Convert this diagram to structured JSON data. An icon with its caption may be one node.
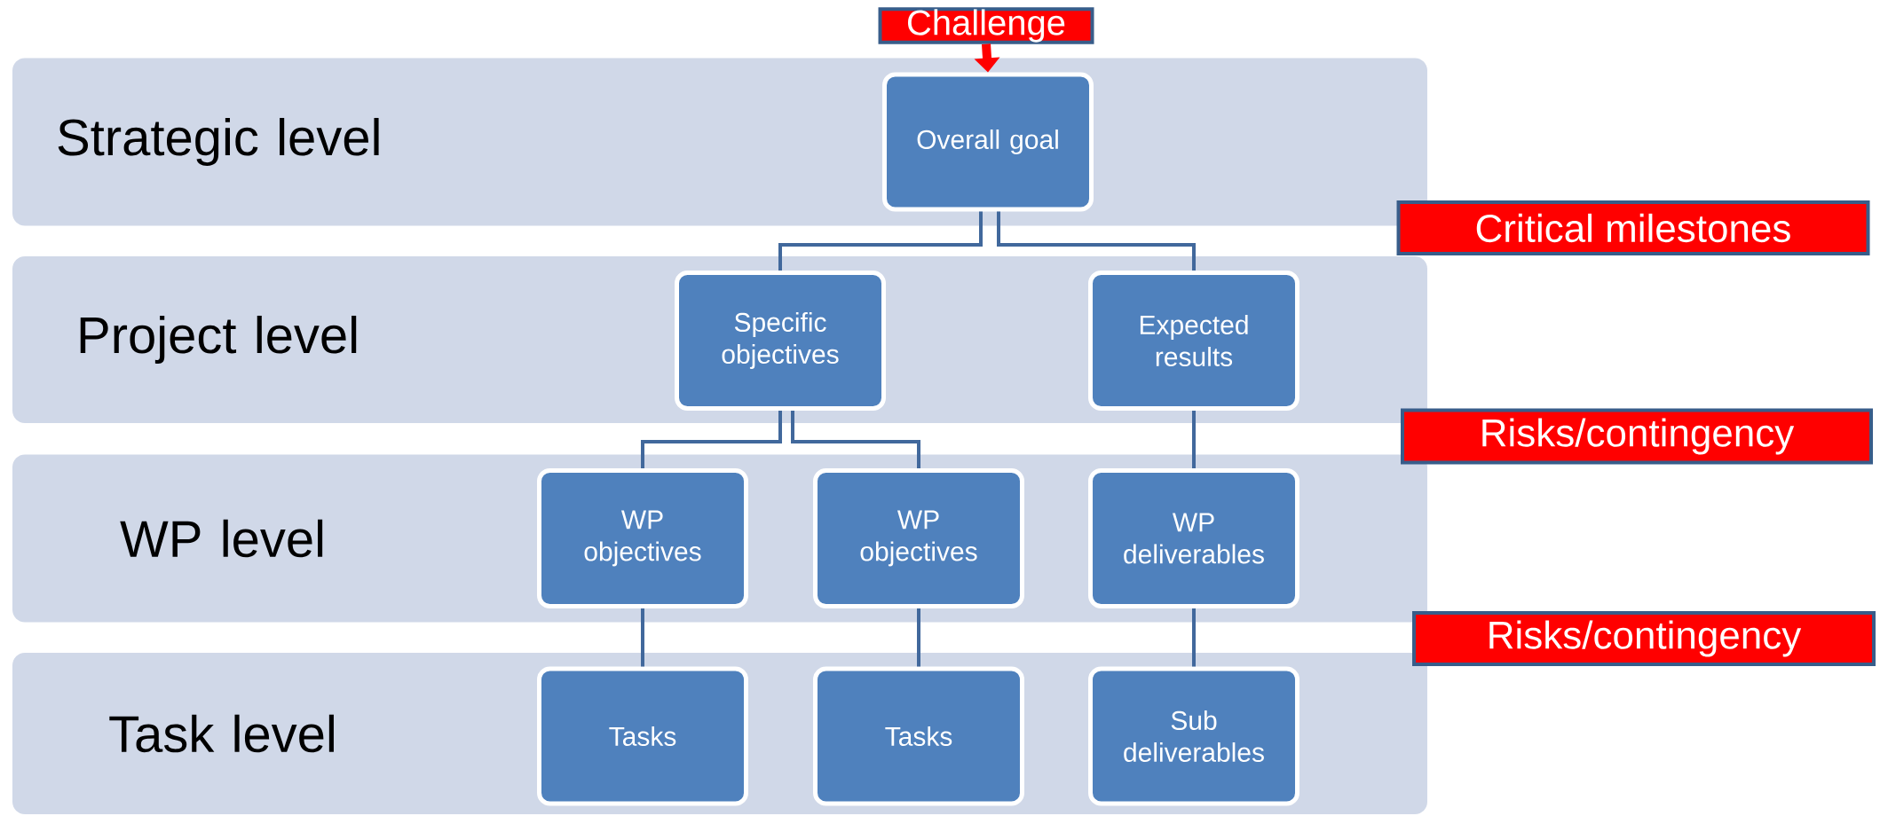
{
  "diagram": {
    "nodes": [
      {
        "text": [
          "Challenge"
        ]
      },
      {
        "text": [
          "Strategic level"
        ]
      },
      {
        "text": [
          "Overall goal"
        ],
        "in": 1
      },
      {
        "text": [
          "Project level"
        ]
      },
      {
        "text": [
          "Specific objectives"
        ],
        "in": 3
      },
      {
        "text": [
          "Expected results"
        ],
        "in": 3
      },
      {
        "text": [
          "WP level"
        ]
      },
      {
        "text": [
          "WP objectives"
        ],
        "in": 6
      },
      {
        "text": [
          "WP objectives"
        ],
        "in": 6
      },
      {
        "text": [
          "WP deliverables"
        ],
        "in": 6
      },
      {
        "text": [
          "Task level"
        ]
      },
      {
        "text": [
          "Tasks"
        ],
        "in": 10
      },
      {
        "text": [
          "Tasks"
        ],
        "in": 10
      },
      {
        "text": [
          "Sub deliverables"
        ],
        "in": 10
      },
      {
        "text": [
          "Critical milestones"
        ]
      },
      {
        "text": [
          "Risks/contingency"
        ]
      },
      {
        "text": [
          "Risks/contingency"
        ]
      }
    ],
    "edges": [
      {
        "from": 0,
        "to": 2,
        "arrow": "to",
        "style": "thick",
        "color": "#ff0000"
      },
      {
        "from": 2,
        "to": 4,
        "arrow": "none"
      },
      {
        "from": 2,
        "to": 5,
        "arrow": "none"
      },
      {
        "from": 4,
        "to": 7,
        "arrow": "none"
      },
      {
        "from": 4,
        "to": 8,
        "arrow": "none"
      },
      {
        "from": 5,
        "to": 9,
        "arrow": "none"
      },
      {
        "from": 7,
        "to": 11,
        "arrow": "none"
      },
      {
        "from": 8,
        "to": 12,
        "arrow": "none"
      },
      {
        "from": 9,
        "to": 13,
        "arrow": "none"
      }
    ]
  }
}
